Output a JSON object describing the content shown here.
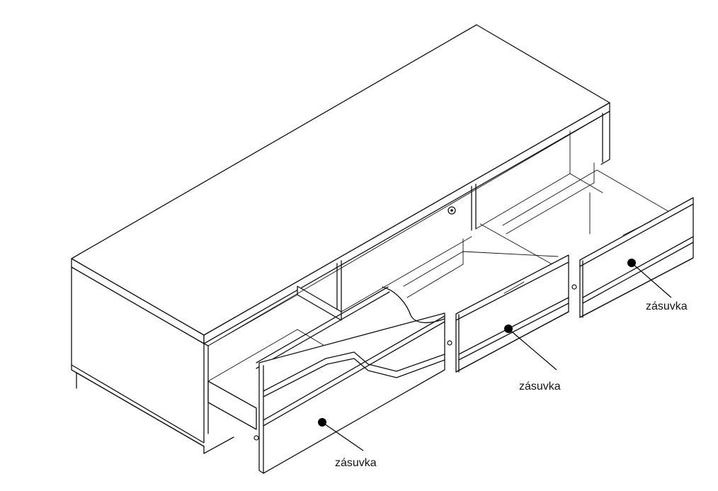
{
  "labels": {
    "drawer_left": "zásuvka",
    "drawer_middle": "zásuvka",
    "drawer_right": "zásuvka"
  }
}
